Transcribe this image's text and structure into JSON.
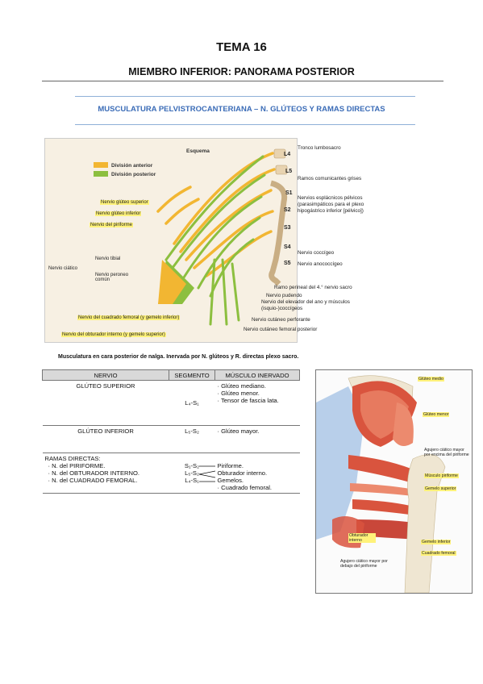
{
  "header": {
    "title": "TEMA 16",
    "subtitle": "MIEMBRO INFERIOR: PANORAMA POSTERIOR"
  },
  "section_title": "MUSCULATURA PELVISTROCANTERIANA – N. GLÚTEOS Y RAMAS DIRECTAS",
  "nerve_figure": {
    "heading": "Esquema",
    "legend": [
      {
        "label": "División anterior",
        "color": "#f2b632"
      },
      {
        "label": "División posterior",
        "color": "#8cbf3f"
      }
    ],
    "levels": [
      "L4",
      "L5",
      "S1",
      "S2",
      "S3",
      "S4",
      "S5"
    ],
    "left_labels": {
      "gluteo_superior": "Nervio glúteo superior",
      "gluteo_inferior": "Nervio glúteo inferior",
      "piriforme": "Nervio del piriforme",
      "ciatico": "Nervio ciático",
      "tibial": "Nervio tibial",
      "peroneo": "Nervio peroneo común",
      "cuadrado": "Nervio del cuadrado femoral (y gemelo inferior)",
      "obturador": "Nervio del obturador interno (y gemelo superior)"
    },
    "right_labels": {
      "tronco": "Tronco lumbosacro",
      "ramos": "Ramos comunicantes grises",
      "esplacnicos": "Nervios esplácnicos pélvicos (parasimpáticos para el plexo hipogástrico inferior [pélvico])",
      "coccigeo": "Nervio coccígeo",
      "anococcigeo": "Nervio anococcígeo",
      "perineal": "Ramo perineal del 4.° nervio sacro",
      "pudendo": "Nervio pudendo",
      "elevador": "Nervio del elevador del ano y músculos (isquio-)coccígeos",
      "perforante": "Nervio cutáneo perforante",
      "femoral_post": "Nervio cutáneo femoral posterior"
    },
    "colors": {
      "anterior": "#f2b632",
      "posterior": "#8cbf3f",
      "bone": "#e8d3b0",
      "highlight": "#fff27a"
    }
  },
  "caption": "Musculatura en cara posterior de nalga. Inervada por N. glúteos y R. directas plexo sacro.",
  "table": {
    "headers": [
      "NERVIO",
      "SEGMENTO",
      "MÚSCULO INERVADO"
    ],
    "rows": [
      {
        "nervio": "GLÚTEO SUPERIOR",
        "segmento": "L₄-S₁",
        "musculos": [
          "· Glúteo mediano.",
          "· Glúteo menor.",
          "· Tensor de fascia lata."
        ]
      },
      {
        "nervio": "GLÚTEO INFERIOR",
        "segmento": "L₅-S₂",
        "musculos": [
          "· Glúteo mayor."
        ]
      }
    ],
    "ramas": {
      "title": "RAMAS DIRECTAS:",
      "items": [
        {
          "nervio": "· N. del PIRIFORME.",
          "segmento": "S₁-S₂",
          "musculo": "Piriforme."
        },
        {
          "nervio": "· N. del OBTURADOR INTERNO.",
          "segmento": "L₅-S₂",
          "musculo": "Obturador interno."
        },
        {
          "nervio": "· N. del CUADRADO FEMORAL.",
          "segmento": "L₄-S₁",
          "musculo": "Gemelos."
        }
      ],
      "extra_musculo": "· Cuadrado femoral."
    }
  },
  "muscle_figure": {
    "labels": {
      "gluteo_medio": "Glúteo medio",
      "gluteo_menor": "Glúteo menor",
      "agujero_encima": "Agujero ciático mayor por encima del piriforme",
      "piriforme": "Músculo piriforme",
      "gemelo_superior": "Gemelo superior",
      "gemelo_inferior": "Gemelo inferior",
      "cuadrado": "Cuadrado femoral",
      "obturador": "Obturador interno",
      "agujero_debajo": "Agujero ciático mayor por debajo del piriforme"
    },
    "colors": {
      "muscle": "#d9543e",
      "muscle_light": "#ec8a6e",
      "bone": "#efe6d2",
      "ligament": "#a8c4e6"
    }
  }
}
